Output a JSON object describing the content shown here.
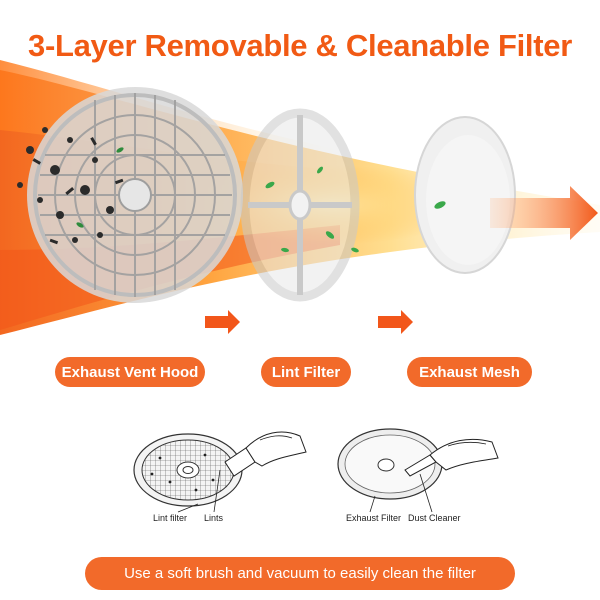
{
  "title": "3-Layer Removable & Cleanable Filter",
  "layers": [
    {
      "label": "Exhaust Vent Hood"
    },
    {
      "label": "Lint Filter"
    },
    {
      "label": "Exhaust Mesh"
    }
  ],
  "diagram_labels": {
    "lint_filter": "Lint filter",
    "lints": "Lints",
    "exhaust_filter": "Exhaust Filter",
    "dust_cleaner": "Dust Cleaner"
  },
  "footer": "Use a soft brush and vacuum to easily clean the filter",
  "colors": {
    "accent": "#f15a14",
    "pill": "#f26a2a",
    "flow_glow": "#ffd36a"
  }
}
